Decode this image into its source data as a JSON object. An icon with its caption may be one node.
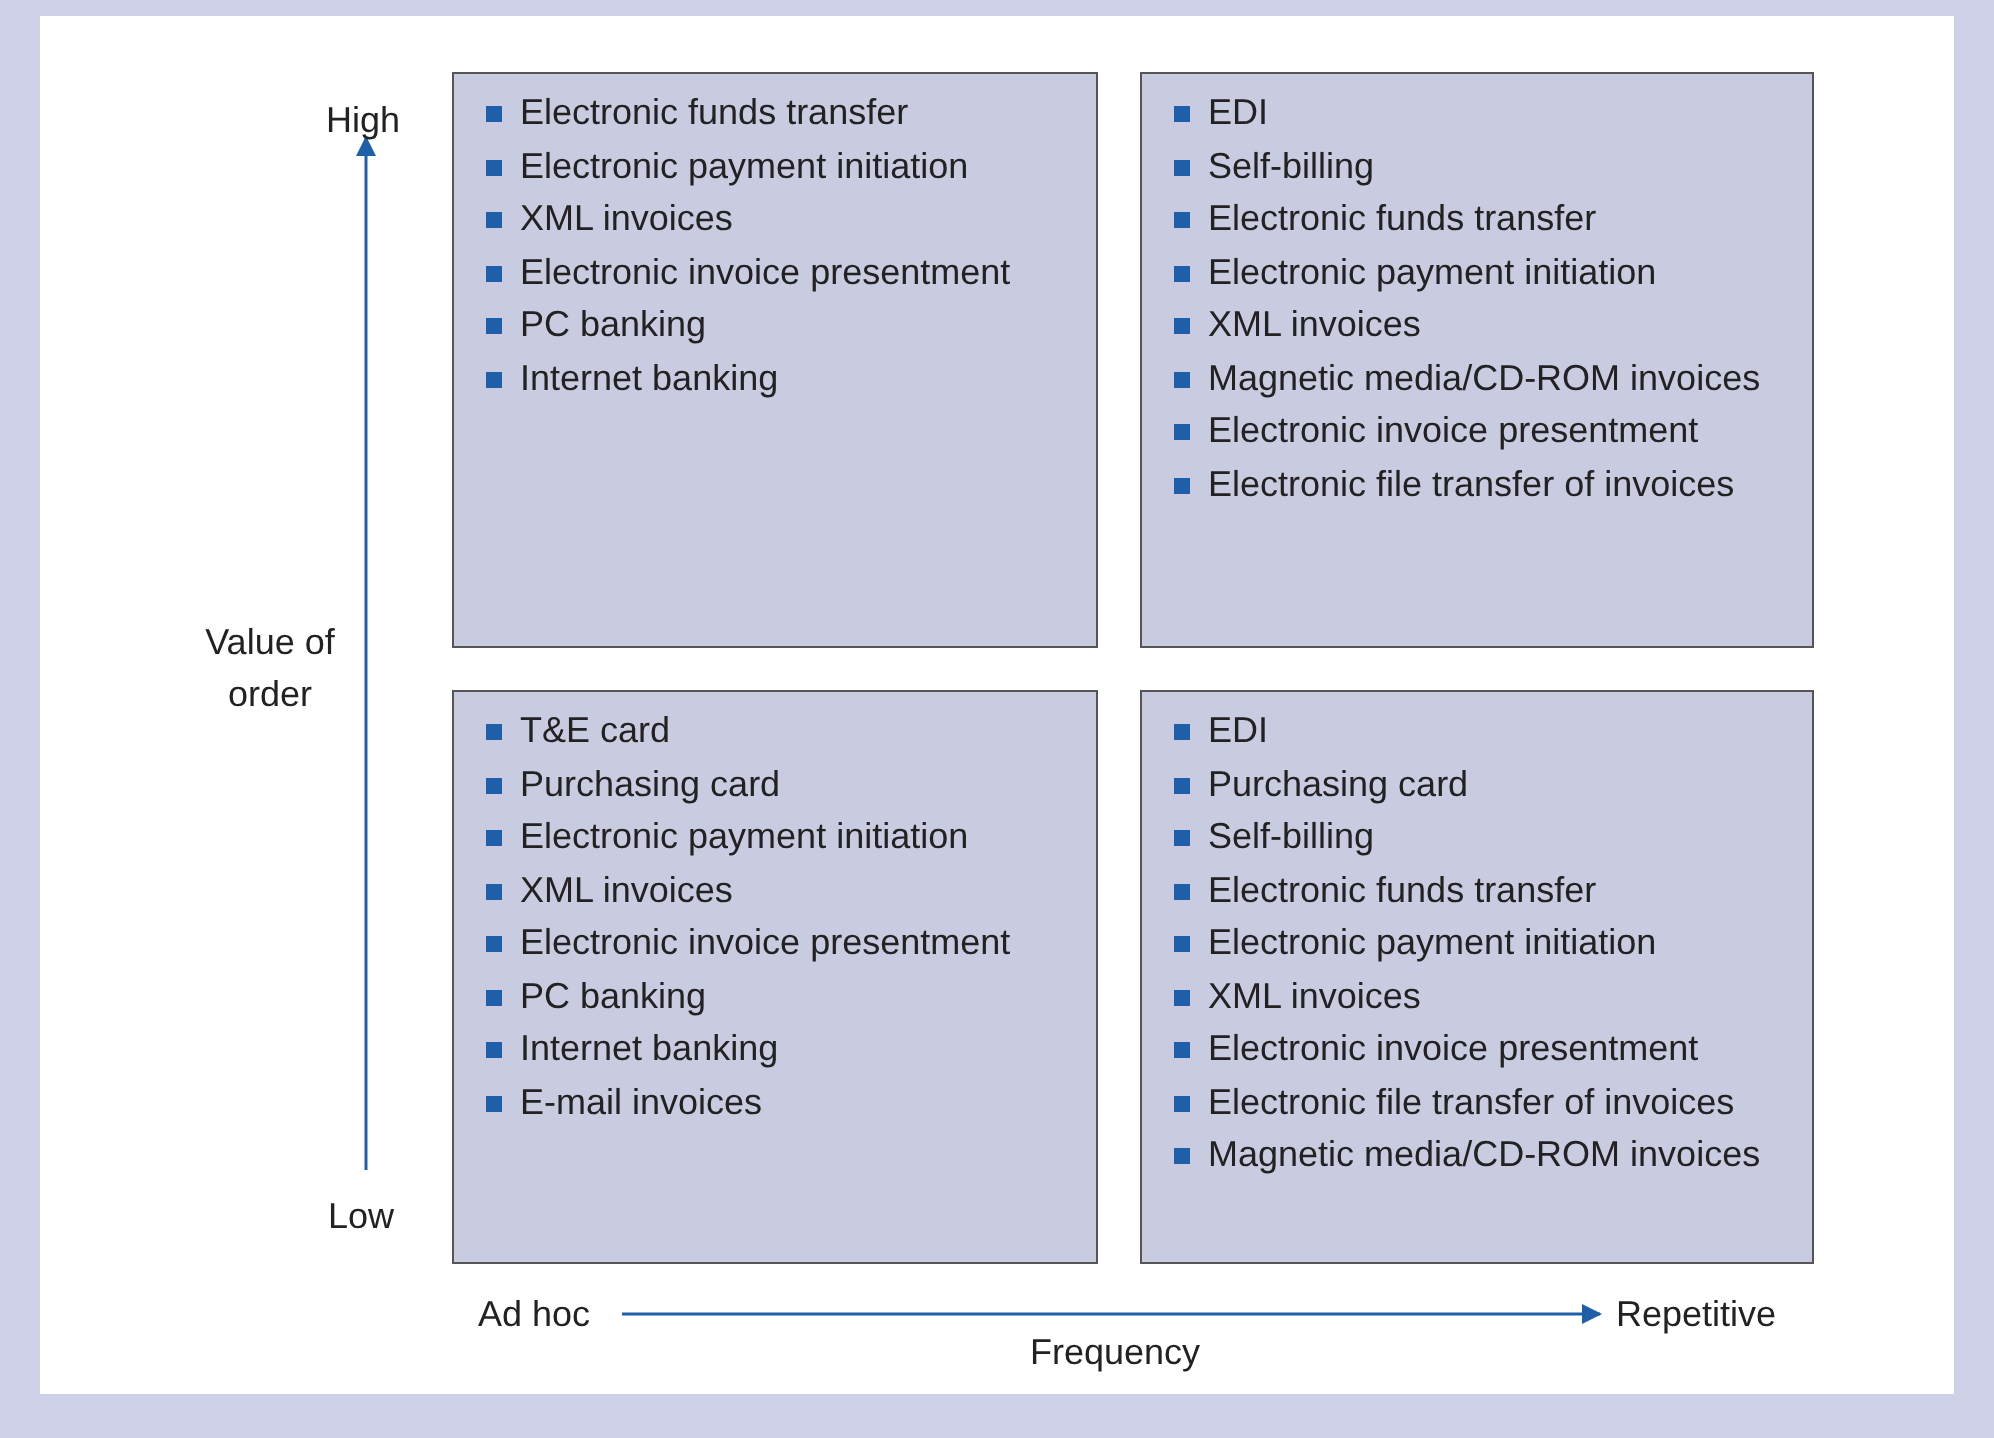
{
  "diagram": {
    "nodes": [
      {
        "text": [
          "Electronic funds transfer",
          "Electronic payment initiation",
          "XML invoices",
          "Electronic invoice presentment",
          "PC banking",
          "Internet banking"
        ]
      },
      {
        "text": [
          "EDI",
          "Self-billing",
          "Electronic funds transfer",
          "Electronic payment initiation",
          "XML invoices",
          "Magnetic media/CD-ROM invoices",
          "Electronic invoice presentment",
          "Electronic file transfer of invoices"
        ]
      },
      {
        "text": [
          "T&E card",
          "Purchasing card",
          "Electronic payment initiation",
          "XML invoices",
          "Electronic invoice presentment",
          "PC banking",
          "Internet banking",
          "E-mail invoices"
        ]
      },
      {
        "text": [
          "EDI",
          "Purchasing card",
          "Self-billing",
          "Electronic funds transfer",
          "Electronic payment initiation",
          "XML invoices",
          "Electronic invoice presentment",
          "Electronic file transfer of invoices",
          "Magnetic media/CD-ROM invoices"
        ]
      }
    ],
    "edges": [],
    "labels": [
      "High",
      "Value of order",
      "Low",
      "Ad hoc",
      "Repetitive",
      "Frequency"
    ]
  }
}
